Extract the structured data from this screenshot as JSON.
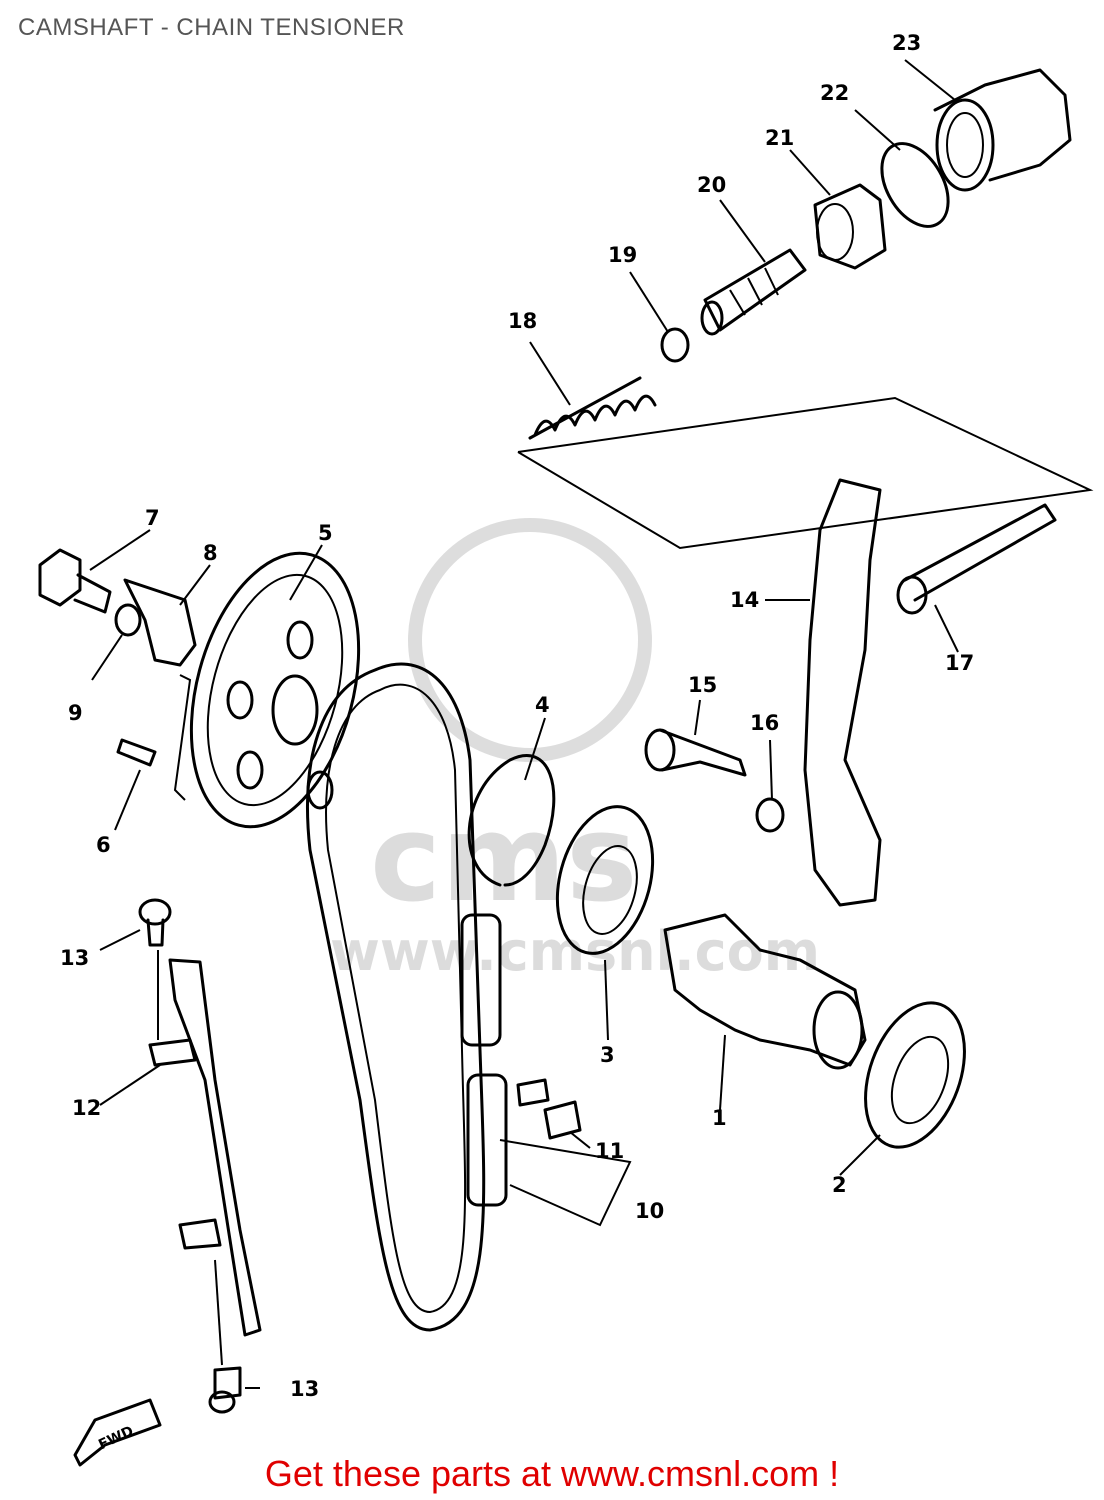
{
  "header": {
    "title": "CAMSHAFT - CHAIN TENSIONER"
  },
  "footer": {
    "text": "Get these parts at www.cmsnl.com !"
  },
  "watermark": {
    "text": "www.cmsnl.com",
    "brand": "cms"
  },
  "fwd_marker": "FWD",
  "colors": {
    "footer": "#e00000",
    "title": "#555555",
    "watermark": "#d9d9d9"
  },
  "parts": [
    {
      "id": "1",
      "label": "1"
    },
    {
      "id": "2",
      "label": "2"
    },
    {
      "id": "3",
      "label": "3"
    },
    {
      "id": "4",
      "label": "4"
    },
    {
      "id": "5",
      "label": "5"
    },
    {
      "id": "6",
      "label": "6"
    },
    {
      "id": "7",
      "label": "7"
    },
    {
      "id": "8",
      "label": "8"
    },
    {
      "id": "9",
      "label": "9"
    },
    {
      "id": "10",
      "label": "10"
    },
    {
      "id": "11",
      "label": "11"
    },
    {
      "id": "12",
      "label": "12"
    },
    {
      "id": "13a",
      "label": "13"
    },
    {
      "id": "13b",
      "label": "13"
    },
    {
      "id": "14",
      "label": "14"
    },
    {
      "id": "15",
      "label": "15"
    },
    {
      "id": "16",
      "label": "16"
    },
    {
      "id": "17",
      "label": "17"
    },
    {
      "id": "18",
      "label": "18"
    },
    {
      "id": "19",
      "label": "19"
    },
    {
      "id": "20",
      "label": "20"
    },
    {
      "id": "21",
      "label": "21"
    },
    {
      "id": "22",
      "label": "22"
    },
    {
      "id": "23",
      "label": "23"
    }
  ]
}
